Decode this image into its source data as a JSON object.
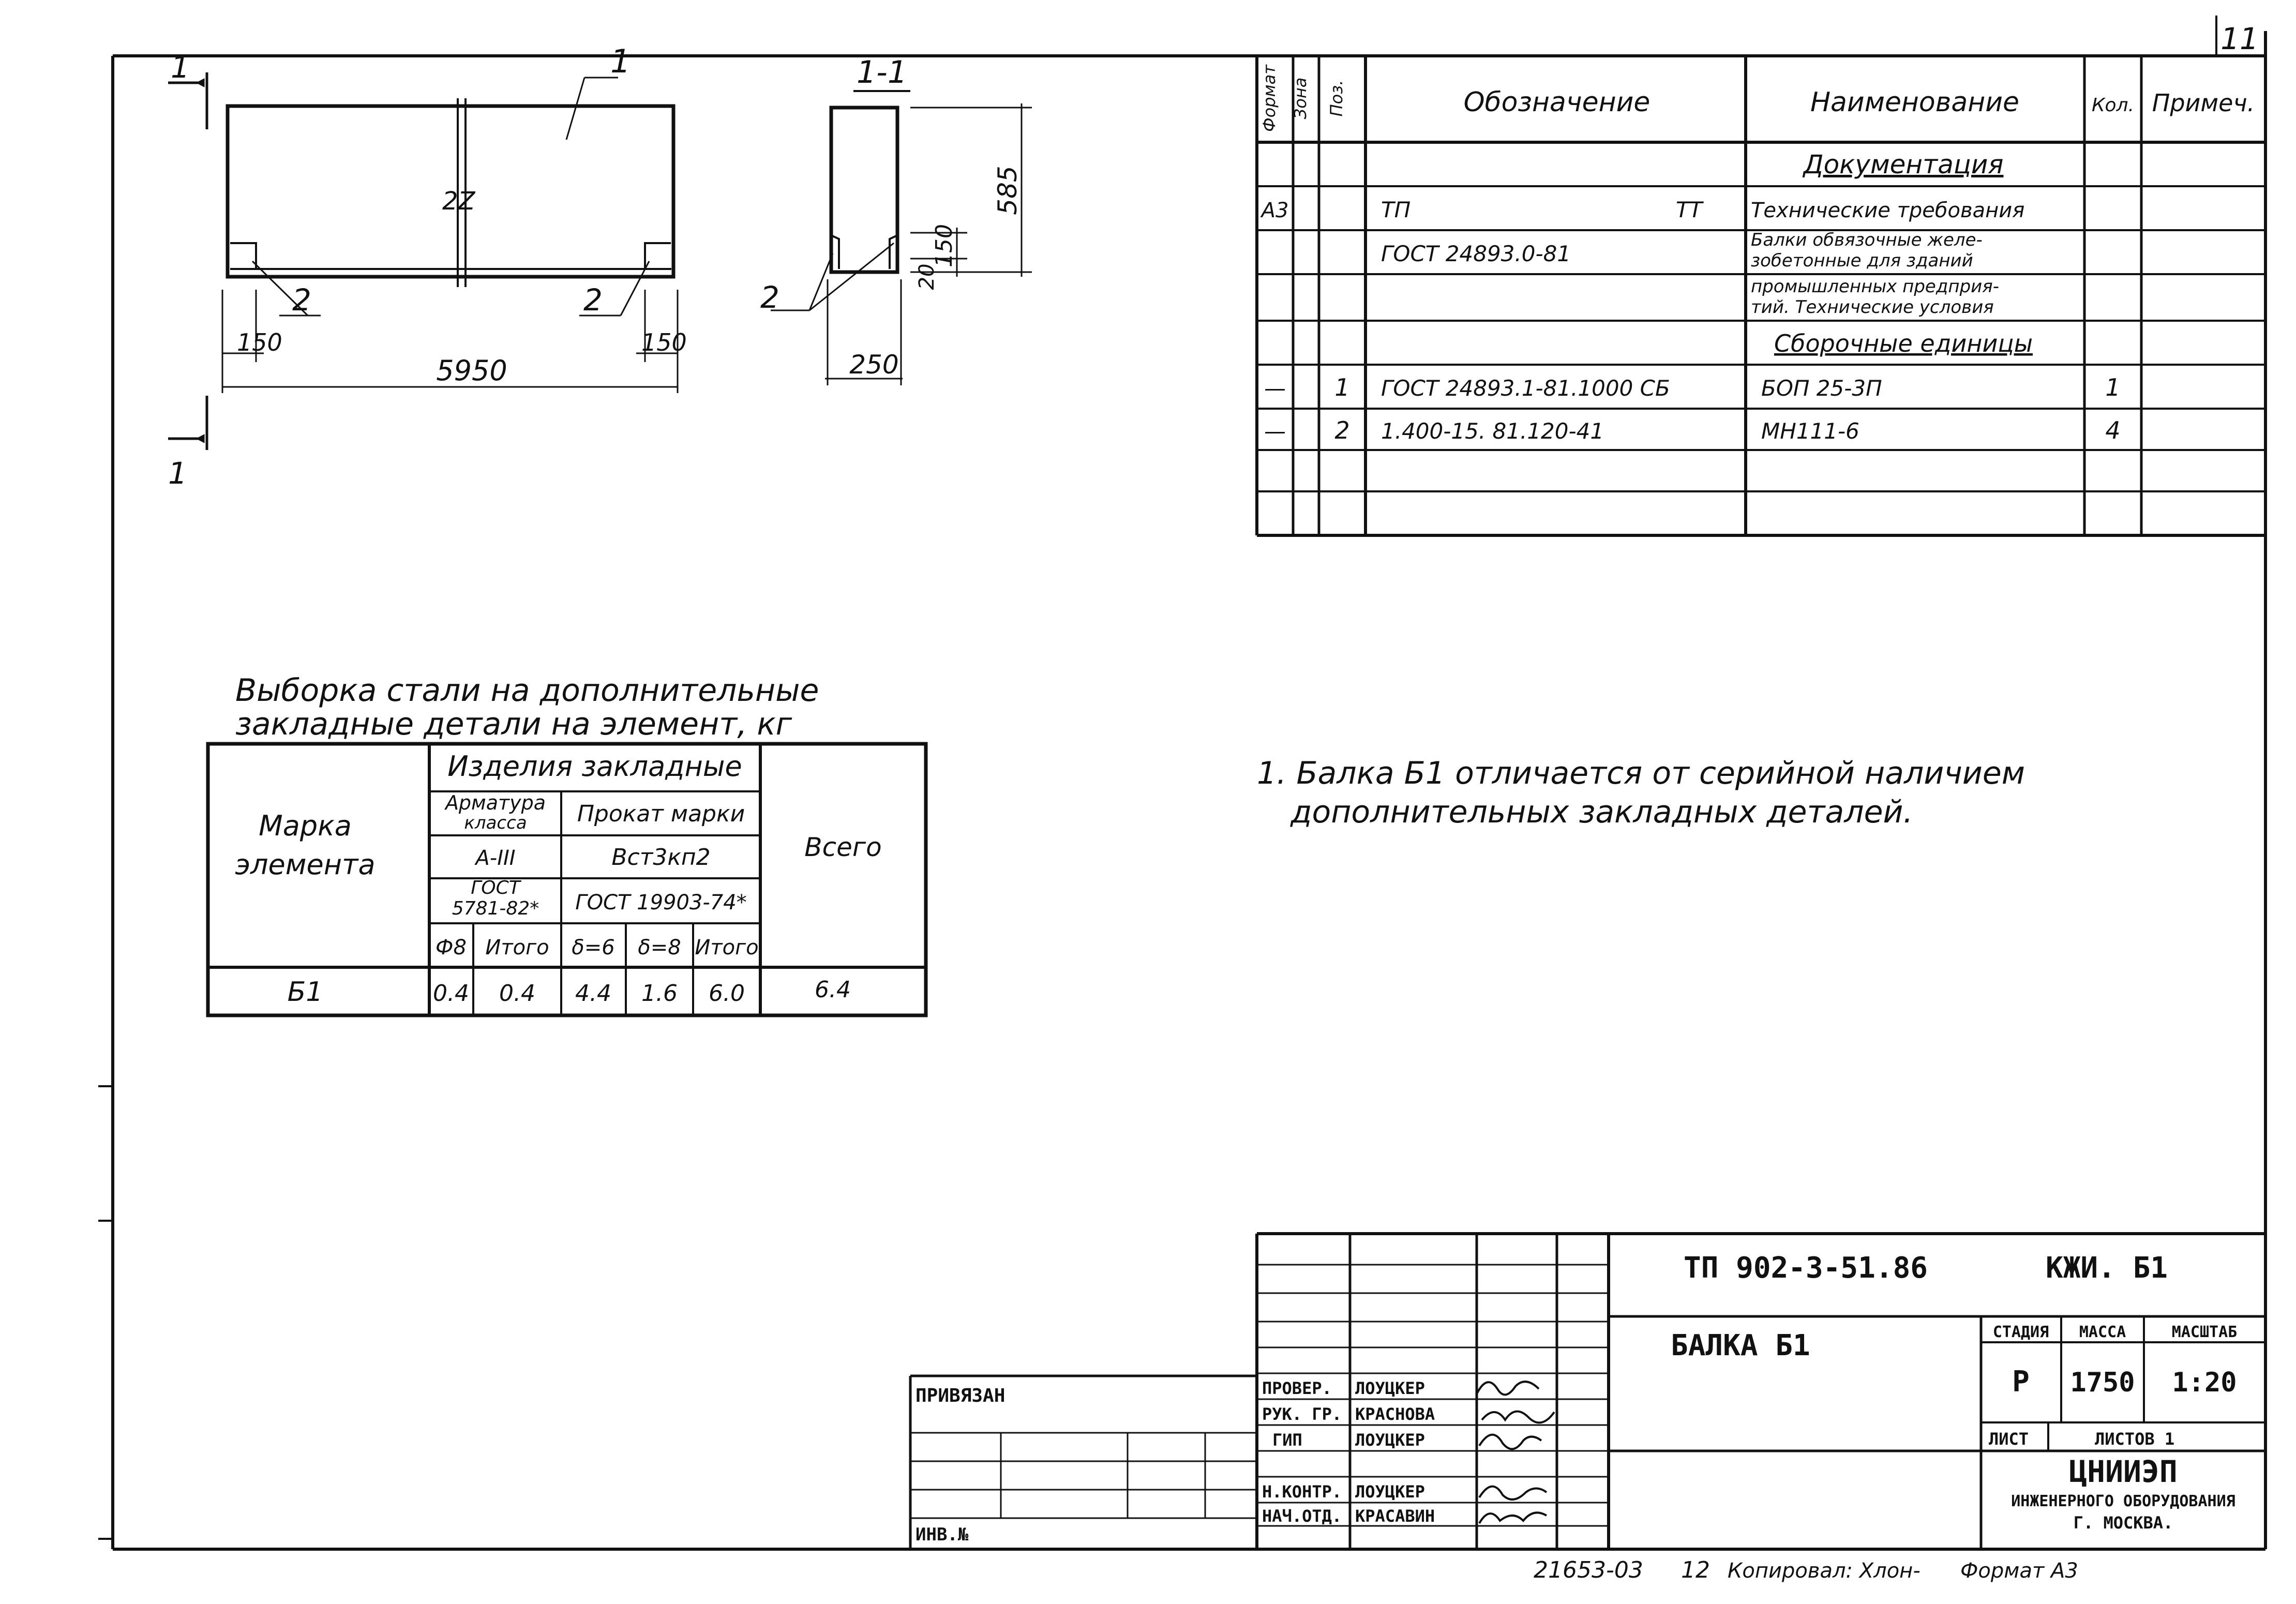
{
  "sheet_number": "11",
  "drawing": {
    "section_mark_label": "1",
    "position_1": "1",
    "position_2": "2",
    "height_label": "2Z",
    "dim_overall_length": "5950",
    "dim_end_150": "150",
    "section_title": "1-1",
    "dim_section_height": "585",
    "dim_section_150": "150",
    "dim_section_20": "20",
    "dim_section_width": "250"
  },
  "spec_table": {
    "headers": {
      "format": "Формат",
      "zone": "Зона",
      "pos": "Поз.",
      "designation": "Обозначение",
      "name": "Наименование",
      "qty": "Кол.",
      "note": "Примеч."
    },
    "rows": [
      {
        "format": "",
        "pos": "",
        "designation": "",
        "designation_suffix": "",
        "name": "Документация",
        "qty": "",
        "section": true
      },
      {
        "format": "А3",
        "pos": "",
        "designation": "ТП",
        "designation_suffix": "ТТ",
        "name": "Технические требования",
        "qty": ""
      },
      {
        "format": "",
        "pos": "",
        "designation": "ГОСТ 24893.0-81",
        "designation_suffix": "",
        "name": "Балки обвязочные желе-",
        "name2": "зобетонные для зданий",
        "qty": ""
      },
      {
        "format": "",
        "pos": "",
        "designation": "",
        "designation_suffix": "",
        "name": "промышленных предприя-",
        "name2": "тий. Технические условия",
        "qty": ""
      },
      {
        "format": "",
        "pos": "",
        "designation": "",
        "designation_suffix": "",
        "name": "Сборочные единицы",
        "qty": "",
        "section": true
      },
      {
        "format": "—",
        "pos": "1",
        "designation": "ГОСТ 24893.1-81.1000 СБ",
        "designation_suffix": "",
        "name": "БОП 25-3П",
        "qty": "1"
      },
      {
        "format": "—",
        "pos": "2",
        "designation": "1.400-15. 81.120-41",
        "designation_suffix": "",
        "name": "МН111-6",
        "qty": "4"
      },
      {
        "format": "",
        "pos": "",
        "designation": "",
        "designation_suffix": "",
        "name": "",
        "qty": ""
      },
      {
        "format": "",
        "pos": "",
        "designation": "",
        "designation_suffix": "",
        "name": "",
        "qty": ""
      }
    ]
  },
  "steel_table": {
    "title_line1": "Выборка стали на дополнительные",
    "title_line2": "закладные детали на элемент, кг",
    "header_element_1": "Марка",
    "header_element_2": "элемента",
    "header_group": "Изделия закладные",
    "header_rebar_1": "Арматура",
    "header_rebar_2": "класса",
    "header_rebar_class": "А-III",
    "header_rebar_gost_1": "ГОСТ",
    "header_rebar_gost_2": "5781-82*",
    "header_rolled": "Прокат марки",
    "header_rolled_grade": "Вст3кп2",
    "header_rolled_gost": "ГОСТ 19903-74*",
    "header_total": "Всего",
    "sub_headers": [
      "Ф8",
      "Итого",
      "δ=6",
      "δ=8",
      "Итого"
    ],
    "row": {
      "element": "Б1",
      "values": [
        "0.4",
        "0.4",
        "4.4",
        "1.6",
        "6.0"
      ],
      "total": "6.4"
    }
  },
  "note": {
    "line1": "1. Балка Б1 отличается от серийной наличием",
    "line2": "дополнительных закладных деталей."
  },
  "title_block": {
    "project_code": "ТП 902-3-51.86",
    "mark": "КЖИ. Б1",
    "name": "БАЛКА Б1",
    "stage_header": "СТАДИЯ",
    "mass_header": "МАССА",
    "scale_header": "МАСШТАБ",
    "stage": "Р",
    "mass": "1750",
    "scale": "1:20",
    "sheet_label": "ЛИСТ",
    "sheets_label": "ЛИСТОВ 1",
    "org_line1": "ЦНИИЭП",
    "org_line2": "ИНЖЕНЕРНОГО ОБОРУДОВАНИЯ",
    "org_line3": "Г. МОСКВА.",
    "privyazan": "ПРИВЯЗАН",
    "inv_no": "ИНВ.№",
    "signatures": [
      {
        "role": "ПРОВЕР.",
        "name": "ЛОУЦКЕР"
      },
      {
        "role": "РУК. ГР.",
        "name": "КРАСНОВА"
      },
      {
        "role": "ГИП",
        "name": "ЛОУЦКЕР"
      },
      {
        "role": "Н.КОНТР.",
        "name": "ЛОУЦКЕР"
      },
      {
        "role": "НАЧ.ОТД.",
        "name": "КРАСАВИН"
      }
    ]
  },
  "footer": {
    "archive_no": "21653-03",
    "sheet_seq": "12",
    "copied_by": "Копировал: Хлон-",
    "format": "Формат А3"
  }
}
